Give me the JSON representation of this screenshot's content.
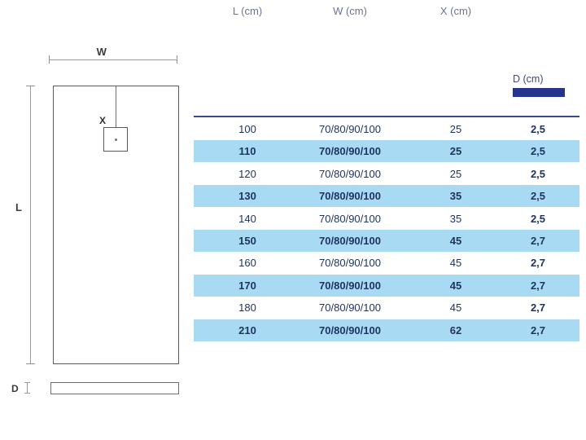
{
  "diagram": {
    "width_label": "W",
    "length_label": "L",
    "drain_label": "X",
    "depth_label": "D",
    "shape_name": "rectangular-shower-tray",
    "line_color": "#555b5e",
    "dim_color": "#9a9a9a"
  },
  "legend": {
    "depth_label": "D (cm)",
    "bar_color": "#26348b",
    "arrow_color": "#26348b"
  },
  "table": {
    "header_color": "#6d7490",
    "rule_color": "#3a4a86",
    "band_color": "#a9daf4",
    "text_color": "#1f3461",
    "columns": [
      "L (cm)",
      "W (cm)",
      "X (cm)",
      "D (cm)"
    ],
    "rows": [
      {
        "l": "100",
        "w": "70/80/90/100",
        "x": "25",
        "d": "2,5"
      },
      {
        "l": "110",
        "w": "70/80/90/100",
        "x": "25",
        "d": "2,5"
      },
      {
        "l": "120",
        "w": "70/80/90/100",
        "x": "25",
        "d": "2,5"
      },
      {
        "l": "130",
        "w": "70/80/90/100",
        "x": "35",
        "d": "2,5"
      },
      {
        "l": "140",
        "w": "70/80/90/100",
        "x": "35",
        "d": "2,5"
      },
      {
        "l": "150",
        "w": "70/80/90/100",
        "x": "45",
        "d": "2,7"
      },
      {
        "l": "160",
        "w": "70/80/90/100",
        "x": "45",
        "d": "2,7"
      },
      {
        "l": "170",
        "w": "70/80/90/100",
        "x": "45",
        "d": "2,7"
      },
      {
        "l": "180",
        "w": "70/80/90/100",
        "x": "45",
        "d": "2,7"
      },
      {
        "l": "210",
        "w": "70/80/90/100",
        "x": "62",
        "d": "2,7"
      }
    ]
  }
}
